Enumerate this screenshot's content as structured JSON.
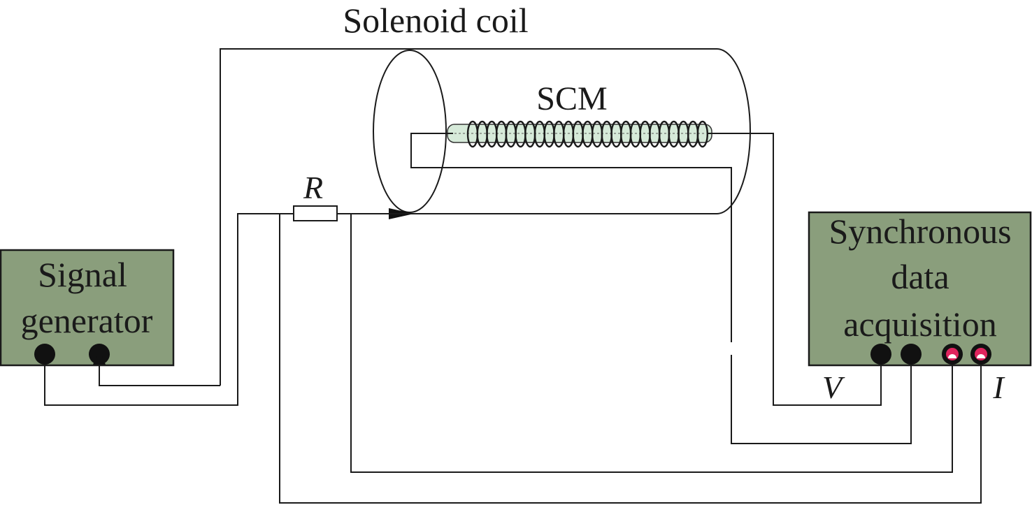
{
  "labels": {
    "solenoid_coil": "Solenoid coil",
    "scm": "SCM",
    "resistor": "R",
    "voltage": "V",
    "current": "I"
  },
  "signal_generator": {
    "line1": "Signal",
    "line2": "generator",
    "box_color": "#8a9e7c"
  },
  "daq": {
    "line1": "Synchronous",
    "line2": "data",
    "line3": "acquisition",
    "box_color": "#8a9e7c"
  },
  "colors": {
    "terminal_black": "#111111",
    "terminal_red": "#e0245e"
  }
}
